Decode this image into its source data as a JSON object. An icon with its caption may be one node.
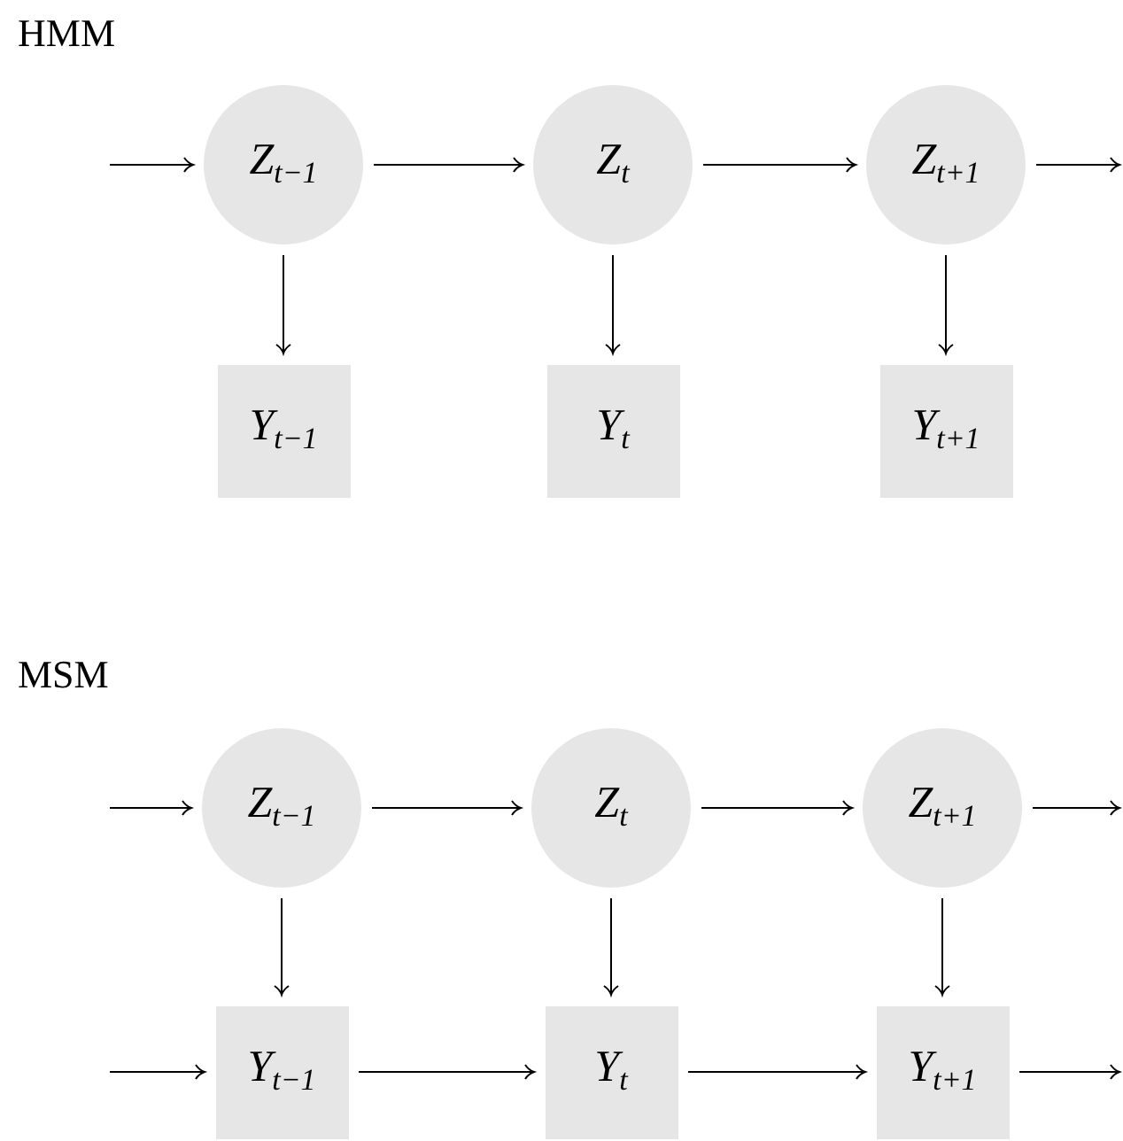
{
  "diagram": {
    "nodes": [
      {
        "text": [
          "Z$_{t−1}$"
        ]
      },
      {
        "text": [
          "Z$_{t}$"
        ]
      },
      {
        "text": [
          "Z$_{t+1}$"
        ]
      },
      {
        "text": [
          "Y$_{t−1}$"
        ]
      },
      {
        "text": [
          "Y$_{t}$"
        ]
      },
      {
        "text": [
          "Y$_{t+1}$"
        ]
      },
      {
        "text": [
          "Z$_{t−1}$"
        ]
      },
      {
        "text": [
          "Z$_{t}$"
        ]
      },
      {
        "text": [
          "Z$_{t+1}$"
        ]
      },
      {
        "text": [
          "Y$_{t−1}$"
        ]
      },
      {
        "text": [
          "Y$_{t}$"
        ]
      },
      {
        "text": [
          "Y$_{t+1}$"
        ]
      }
    ],
    "edges": [
      {
        "from": null,
        "to": 0,
        "arrow": "to"
      },
      {
        "from": 0,
        "to": 1,
        "arrow": "to"
      },
      {
        "from": 1,
        "to": 2,
        "arrow": "to"
      },
      {
        "from": 2,
        "to": null,
        "arrow": "to"
      },
      {
        "from": 0,
        "to": 3,
        "arrow": "to"
      },
      {
        "from": 1,
        "to": 4,
        "arrow": "to"
      },
      {
        "from": 2,
        "to": 5,
        "arrow": "to"
      },
      {
        "from": null,
        "to": 6,
        "arrow": "to"
      },
      {
        "from": 6,
        "to": 7,
        "arrow": "to"
      },
      {
        "from": 7,
        "to": 8,
        "arrow": "to"
      },
      {
        "from": 8,
        "to": null,
        "arrow": "to"
      },
      {
        "from": 6,
        "to": 9,
        "arrow": "to"
      },
      {
        "from": 7,
        "to": 10,
        "arrow": "to"
      },
      {
        "from": 8,
        "to": 11,
        "arrow": "to"
      },
      {
        "from": null,
        "to": 9,
        "arrow": "to"
      },
      {
        "from": 9,
        "to": 10,
        "arrow": "to"
      },
      {
        "from": 10,
        "to": 11,
        "arrow": "to"
      },
      {
        "from": 11,
        "to": null,
        "arrow": "to"
      }
    ],
    "labels": [
      "HMM",
      "MSM"
    ]
  }
}
